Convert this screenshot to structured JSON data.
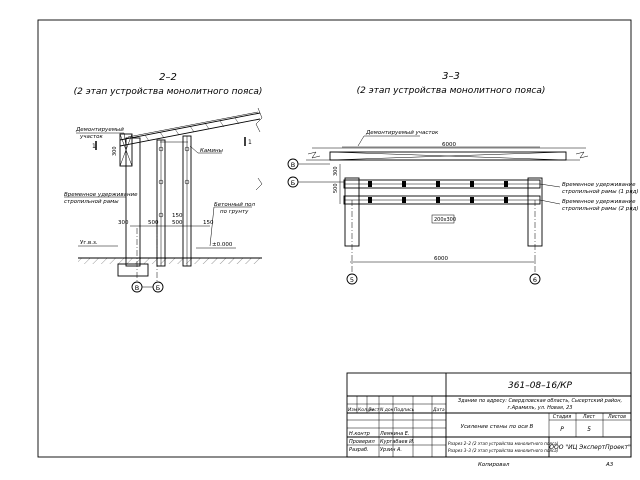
{
  "section_2": {
    "title": "2–2",
    "subtitle": "(2 этап устройства монолитного пояса)",
    "labels": {
      "dismantled": "Демонтируемый",
      "dismantled_2": "участок",
      "cut_mark": "1",
      "vert_300": "300",
      "temporary_1": "Временное удерживание",
      "temporary_2": "стропильной рамы",
      "bars": "Камины",
      "concrete_1": "Бетонный пол",
      "concrete_2": "по грунту",
      "dim_300": "300",
      "dim_500a": "500",
      "dim_500b": "500",
      "dim_150a": "150",
      "dim_150b": "150",
      "level_zero": "±0.000",
      "level_left": "Уг.в.з.",
      "axis_v": "В",
      "axis_b": "Б"
    }
  },
  "section_3": {
    "title": "3–3",
    "subtitle": "(2 этап устройства монолитного пояса)",
    "labels": {
      "dismantled": "Демонтируемый участок",
      "dim_top": "6000",
      "dim_bottom": "6000",
      "dim_500": "500",
      "dim_300": "300",
      "center": "200x300",
      "note1_1": "Временное удерживание",
      "note1_2": "стропильной рамы (1 ряд)",
      "note2_1": "Временное удерживание",
      "note2_2": "стропильной рамы (2 ряд)",
      "axis_v": "В",
      "axis_b": "Б",
      "axis_5": "5",
      "axis_6": "6"
    }
  },
  "title_block": {
    "code": "361–08–16/КР",
    "address_1": "Здание по адресу: Свердловская область, Сысертский район,",
    "address_2": "г.Арамиль, ул. Новая, 23",
    "header": [
      "Изм",
      "Кол.уч",
      "Лист",
      "N док",
      "Подпись",
      "Дата"
    ],
    "staff": [
      {
        "role": "Н.контр",
        "name": "Лемкина Е."
      },
      {
        "role": "Проверил",
        "name": "Кургабаев И."
      },
      {
        "role": "Разраб.",
        "name": "Урзин А."
      }
    ],
    "object": "Усиление стены по оси В",
    "stage_h": "Стадия",
    "sheet_h": "Лист",
    "sheets_h": "Листов",
    "stage": "Р",
    "sheet": "5",
    "sheets": "",
    "desc_1": "Разрез 2–2 (2 этап устройства монолитного пояса)",
    "desc_2": "Разрез 3–3 (2 этап устройства монолитного пояса)",
    "company": "ООО \"ИЦ ЭкспертПроект\"",
    "copied": "Копировал",
    "format": "А3"
  }
}
